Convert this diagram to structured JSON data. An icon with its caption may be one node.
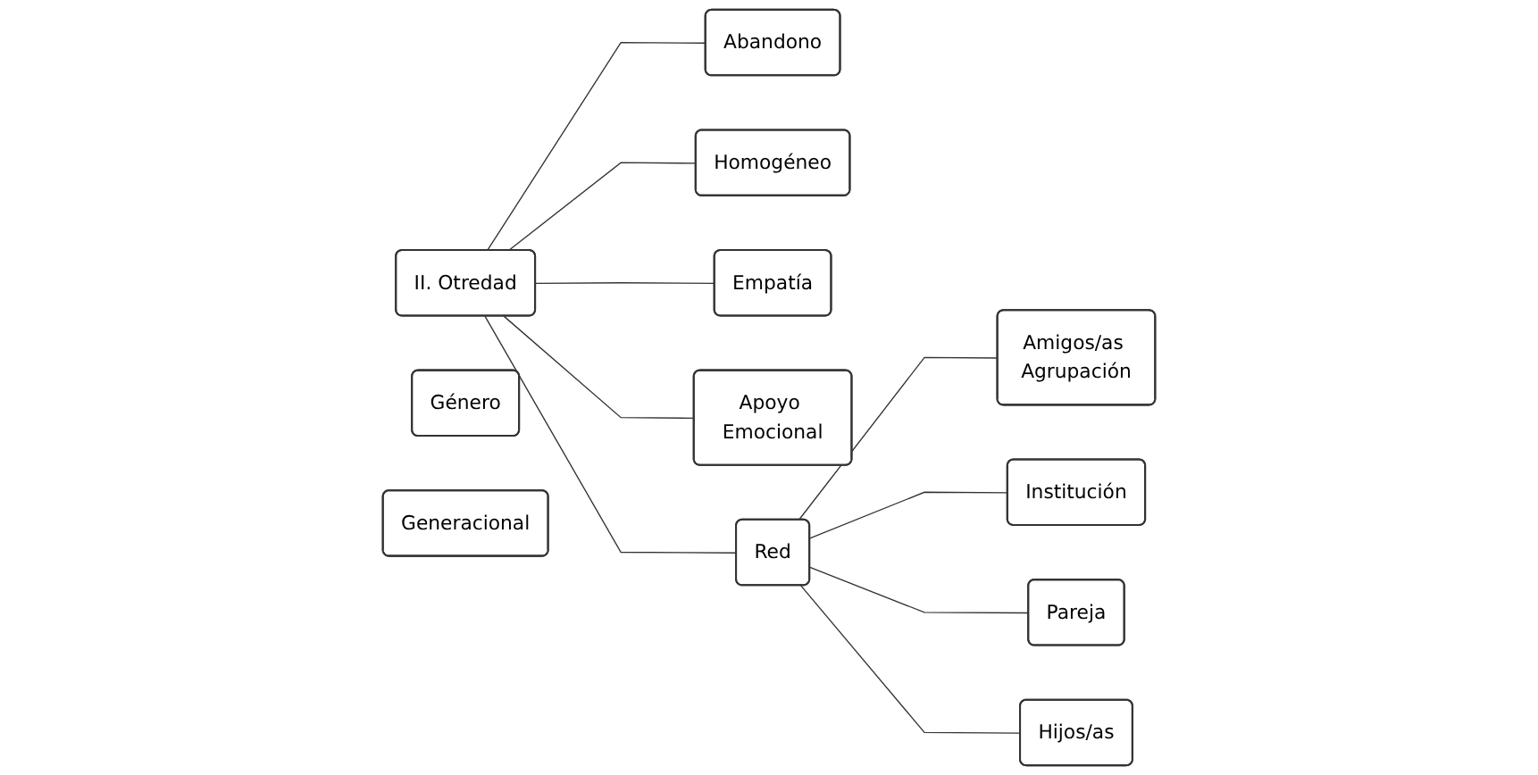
{
  "diagram": {
    "nodes": [
      {
        "text": [
          "II. Otredad"
        ]
      },
      {
        "text": [
          "Abandono"
        ]
      },
      {
        "text": [
          "Homogéneo"
        ]
      },
      {
        "text": [
          "Empatía"
        ]
      },
      {
        "text": [
          "Apoyo Emocional"
        ]
      },
      {
        "text": [
          "Red"
        ]
      },
      {
        "text": [
          "Género"
        ]
      },
      {
        "text": [
          "Generacional"
        ]
      },
      {
        "text": [
          "Amigos/as Agrupación"
        ]
      },
      {
        "text": [
          "Institución"
        ]
      },
      {
        "text": [
          "Pareja"
        ]
      },
      {
        "text": [
          "Hijos/as"
        ]
      }
    ],
    "edges": [
      {
        "from": 0,
        "to": 1,
        "arrow": "none"
      },
      {
        "from": 0,
        "to": 2,
        "arrow": "none"
      },
      {
        "from": 0,
        "to": 3,
        "arrow": "none"
      },
      {
        "from": 0,
        "to": 4,
        "arrow": "none"
      },
      {
        "from": 0,
        "to": 5,
        "arrow": "none"
      },
      {
        "from": 5,
        "to": 8,
        "arrow": "none"
      },
      {
        "from": 5,
        "to": 9,
        "arrow": "none"
      },
      {
        "from": 5,
        "to": 10,
        "arrow": "none"
      },
      {
        "from": 5,
        "to": 11,
        "arrow": "none"
      }
    ]
  }
}
